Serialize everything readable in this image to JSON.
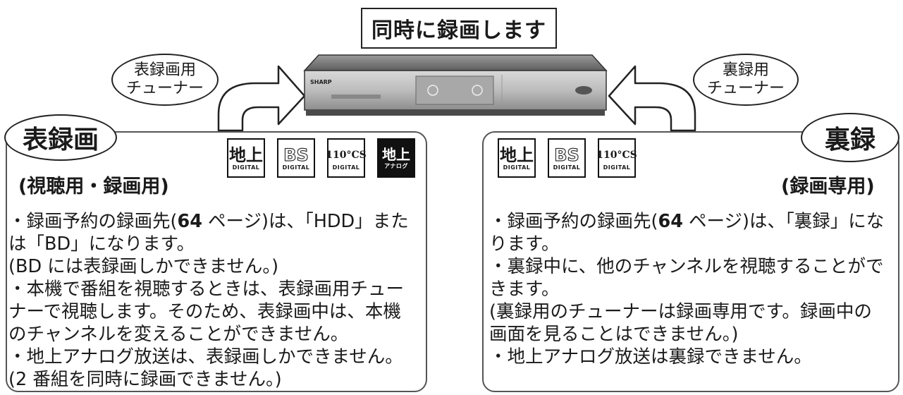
{
  "title": "同時に録画します",
  "tuner_left": [
    "表録画用",
    "チューナー"
  ],
  "tuner_right": [
    "裏録用",
    "チューナー"
  ],
  "device": {
    "brand": "SHARP"
  },
  "left_panel": {
    "tag": "表録画",
    "subtitle": "(視聴用・録画用)",
    "icons": [
      {
        "name": "digital-terrestrial-icon",
        "main": "地上",
        "sub": "DIGITAL",
        "style": "outline"
      },
      {
        "name": "bs-digital-icon",
        "main": "BS",
        "sub": "DIGITAL",
        "style": "bs"
      },
      {
        "name": "cs-110-digital-icon",
        "main": "110°CS",
        "sub": "DIGITAL",
        "style": "outline"
      },
      {
        "name": "terrestrial-analog-icon",
        "main": "地上",
        "sub": "アナログ",
        "style": "dark"
      }
    ],
    "lines": [
      {
        "pre": "・録画予約の録画先(",
        "bold": "64",
        "post": " ページ)は、「HDD」また"
      },
      {
        "pre": "は「BD」になります。",
        "bold": "",
        "post": ""
      },
      {
        "pre": "(BD には表録画しかできません。)",
        "bold": "",
        "post": ""
      },
      {
        "pre": "・本機で番組を視聴するときは、表録画用チュー",
        "bold": "",
        "post": ""
      },
      {
        "pre": "ナーで視聴します。そのため、表録画中は、本機",
        "bold": "",
        "post": ""
      },
      {
        "pre": "のチャンネルを変えることができません。",
        "bold": "",
        "post": ""
      },
      {
        "pre": "・地上アナログ放送は、表録画しかできません。",
        "bold": "",
        "post": ""
      },
      {
        "pre": "(2 番組を同時に録画できません。)",
        "bold": "",
        "post": ""
      }
    ]
  },
  "right_panel": {
    "tag": "裏録",
    "subtitle": "(録画専用)",
    "icons": [
      {
        "name": "digital-terrestrial-icon",
        "main": "地上",
        "sub": "DIGITAL",
        "style": "outline"
      },
      {
        "name": "bs-digital-icon",
        "main": "BS",
        "sub": "DIGITAL",
        "style": "bs"
      },
      {
        "name": "cs-110-digital-icon",
        "main": "110°CS",
        "sub": "DIGITAL",
        "style": "outline"
      }
    ],
    "lines": [
      {
        "pre": "・録画予約の録画先(",
        "bold": "64",
        "post": " ページ)は、「裏録」にな"
      },
      {
        "pre": "ります。",
        "bold": "",
        "post": ""
      },
      {
        "pre": "・裏録中に、他のチャンネルを視聴することがで",
        "bold": "",
        "post": ""
      },
      {
        "pre": "きます。",
        "bold": "",
        "post": ""
      },
      {
        "pre": "(裏録用のチューナーは録画専用です。録画中の",
        "bold": "",
        "post": ""
      },
      {
        "pre": "画面を見ることはできません。)",
        "bold": "",
        "post": ""
      },
      {
        "pre": "・地上アナログ放送は裏録できません。",
        "bold": "",
        "post": ""
      }
    ]
  }
}
